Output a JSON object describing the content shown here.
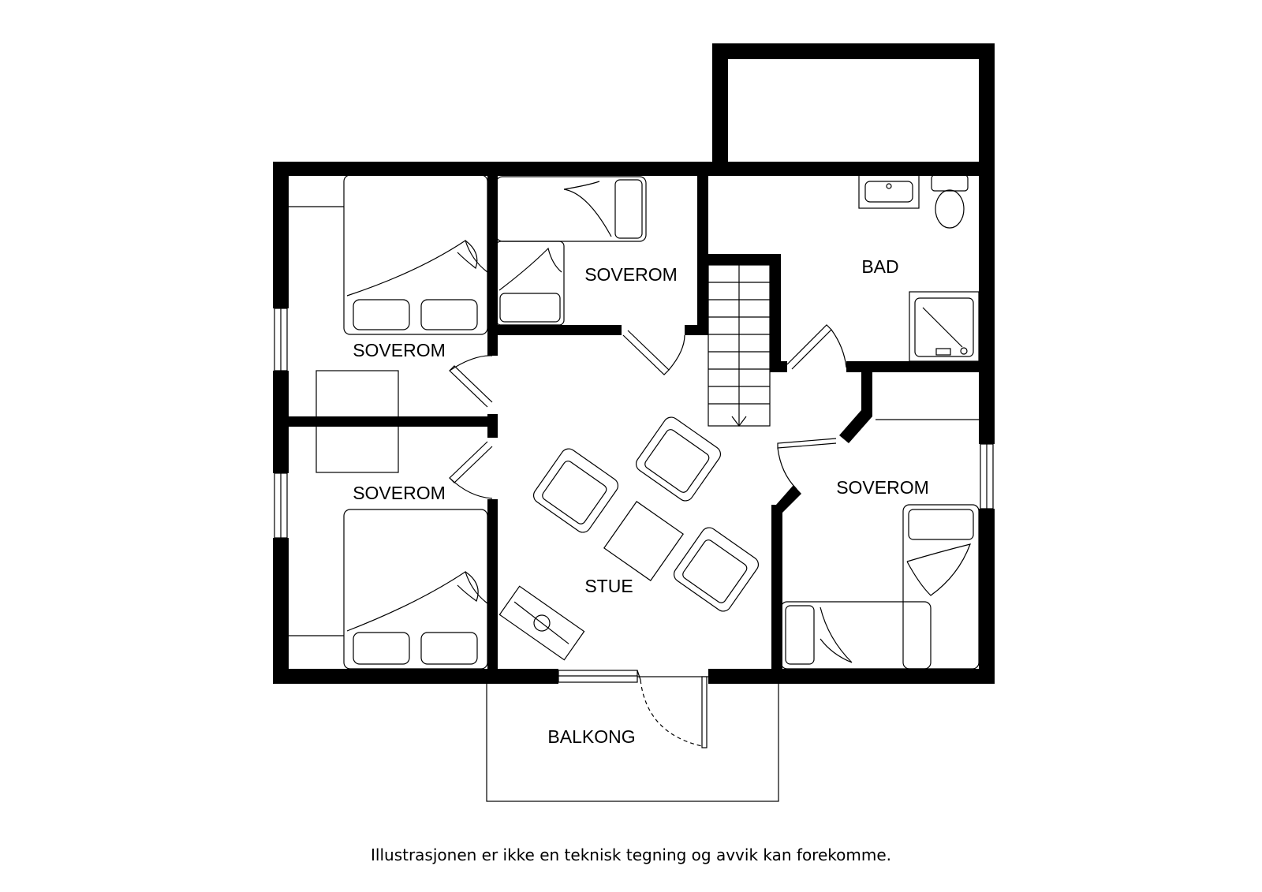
{
  "plan": {
    "rooms": [
      {
        "id": "soverom_nw",
        "label": "SOVEROM"
      },
      {
        "id": "soverom_nm",
        "label": "SOVEROM"
      },
      {
        "id": "soverom_sw",
        "label": "SOVEROM"
      },
      {
        "id": "soverom_e",
        "label": "SOVEROM"
      },
      {
        "id": "bad",
        "label": "BAD"
      },
      {
        "id": "stue",
        "label": "STUE"
      },
      {
        "id": "balkong",
        "label": "BALKONG"
      }
    ]
  },
  "disclaimer": "Illustrasjonen er ikke en teknisk tegning og avvik kan forekomme."
}
